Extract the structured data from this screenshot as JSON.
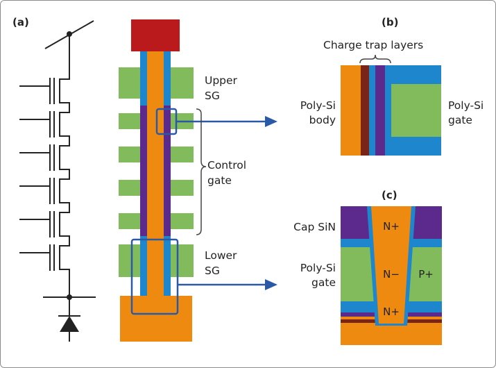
{
  "panels": {
    "a": "(a)",
    "b": "(b)",
    "c": "(c)"
  },
  "labels_a": {
    "upper_sg_1": "Upper",
    "upper_sg_2": "SG",
    "control_gate_1": "Control",
    "control_gate_2": "gate",
    "lower_sg_1": "Lower",
    "lower_sg_2": "SG"
  },
  "labels_b": {
    "charge_trap": "Charge trap layers",
    "body_1": "Poly-Si",
    "body_2": "body",
    "gate_1": "Poly-Si",
    "gate_2": "gate"
  },
  "labels_c": {
    "cap": "Cap SiN",
    "gate_1": "Poly-Si",
    "gate_2": "gate",
    "n_plus_top": "N+",
    "n_minus": "N−",
    "p_plus": "P+",
    "n_plus_bottom": "N+"
  },
  "colors": {
    "orange": "#ef8a10",
    "blue": "#1e86cc",
    "green": "#82bb5c",
    "purple": "#5b2a8c",
    "red": "#bb1a1d",
    "brown": "#7a2417",
    "navy": "#2a59a5",
    "line": "#222222"
  }
}
